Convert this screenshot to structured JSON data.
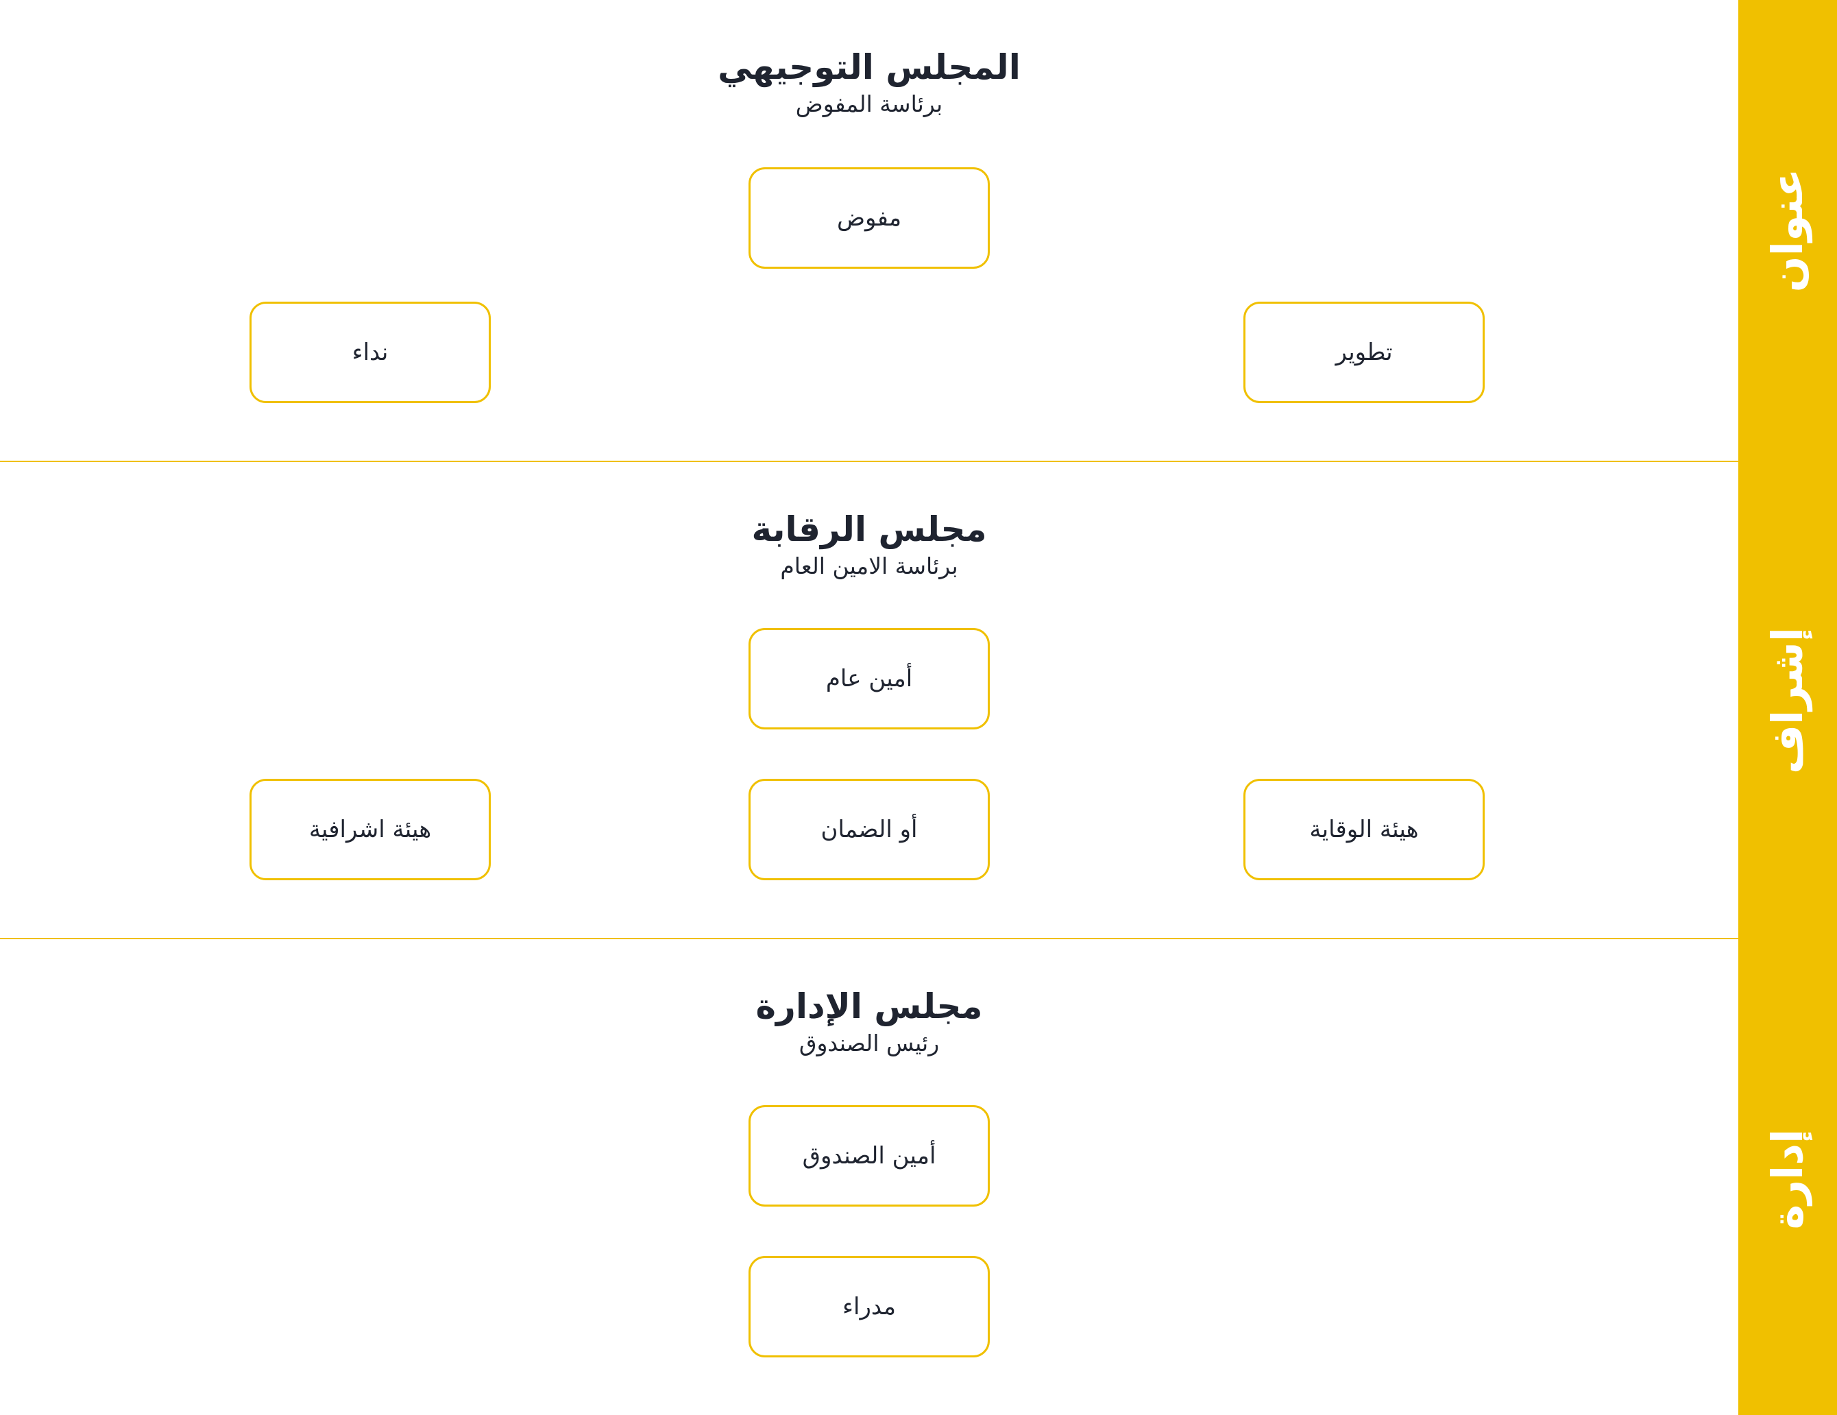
{
  "accent_color": "#F0C000",
  "sidebar": {
    "labels": [
      "عنوان",
      "إشراف",
      "إدارة"
    ]
  },
  "sections": [
    {
      "title": "المجلس التوجيهي",
      "subtitle": "برئاسة المفوض",
      "nodes": [
        "مفوض",
        "نداء",
        "تطوير"
      ]
    },
    {
      "title": "مجلس الرقابة",
      "subtitle": "برئاسة الامين العام",
      "nodes": [
        "أمين عام",
        "هيئة اشرافية",
        "أو الضمان",
        "هيئة الوقاية"
      ]
    },
    {
      "title": "مجلس الإدارة",
      "subtitle": "رئيس الصندوق",
      "nodes": [
        "أمين الصندوق",
        "مدراء"
      ]
    }
  ]
}
